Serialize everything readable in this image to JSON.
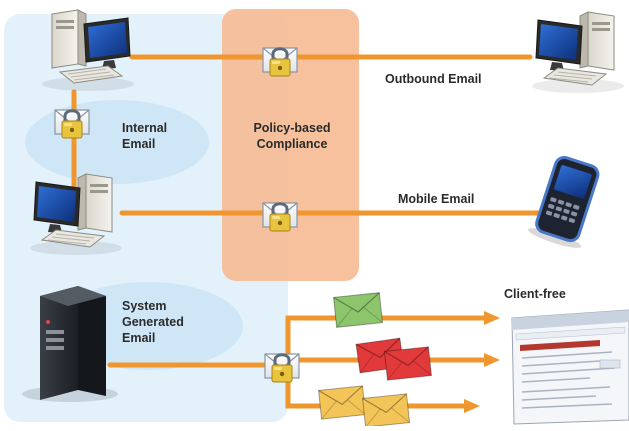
{
  "zones": {
    "internal_email": [
      "Internal",
      "Email"
    ],
    "policy": [
      "Policy-based",
      "Compliance"
    ],
    "system_generated": [
      "System",
      "Generated",
      "Email"
    ]
  },
  "channels": {
    "outbound": "Outbound Email",
    "mobile": "Mobile Email",
    "client_free": "Client-free"
  },
  "colors": {
    "internal_zone": "#e3f1fb",
    "bubble": "#cfe6f6",
    "policy_zone": "#f6b88f",
    "line": "#f0962e",
    "envelope_green": "#8cc56b",
    "envelope_red": "#e2393a",
    "envelope_yellow": "#f3c457",
    "lock": "#e8c53c"
  },
  "icons": [
    "desktop-computer-icon",
    "server-icon",
    "smartphone-icon",
    "browser-window-icon",
    "locked-envelope-icon",
    "envelope-icon"
  ]
}
